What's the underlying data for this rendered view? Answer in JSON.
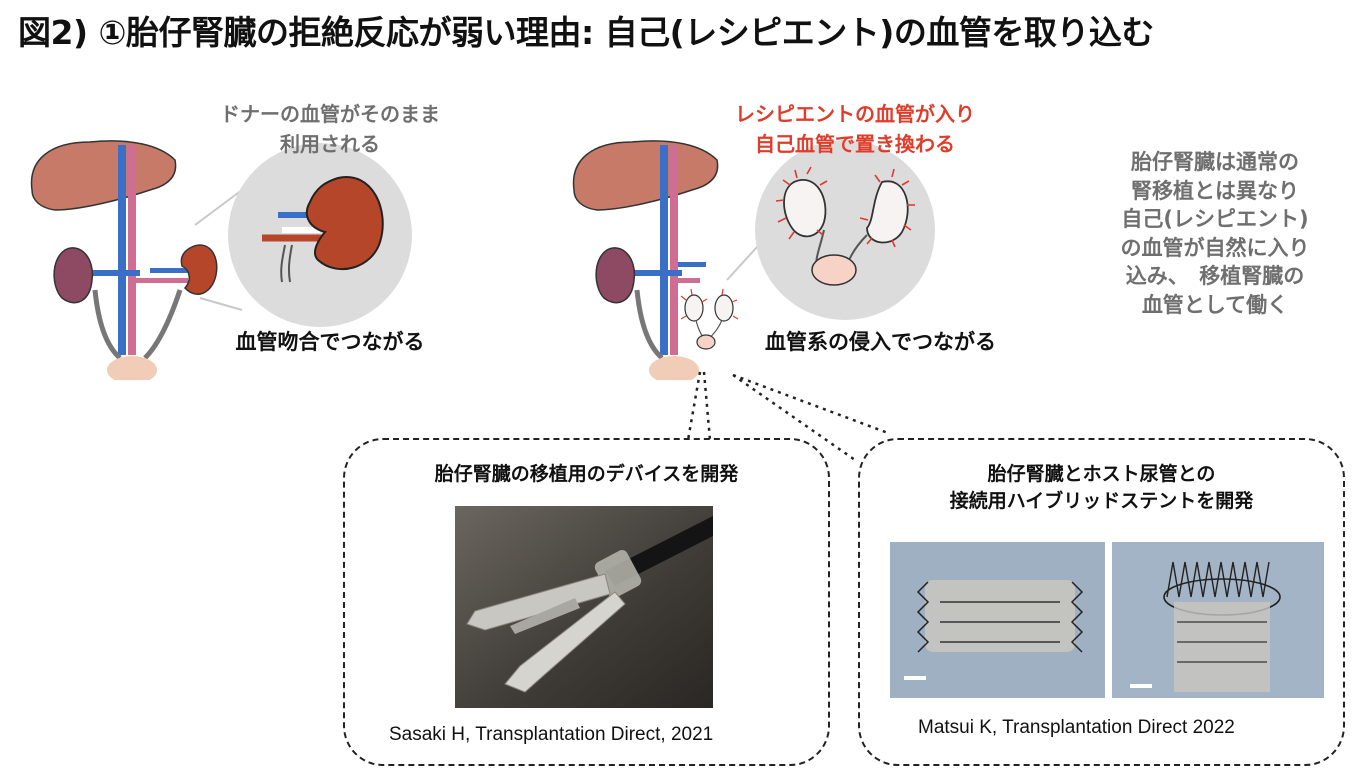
{
  "title": "図2) ①胎仔腎臓の拒絶反応が弱い理由: 自己(レシピエント)の血管を取り込む",
  "left_panel": {
    "zoom_caption_line1": "ドナーの血管がそのまま",
    "zoom_caption_line2": "利用される",
    "bottom_caption": "血管吻合でつながる"
  },
  "middle_panel": {
    "zoom_caption_line1": "レシピエントの血管が入り",
    "zoom_caption_line2": "自己血管で置き換わる",
    "bottom_caption": "血管系の侵入でつながる"
  },
  "note": {
    "line1": "胎仔腎臓は通常の",
    "line2": "腎移植とは異なり",
    "line3": "自己(レシピエント)",
    "line4": "の血管が自然に入り",
    "line5": "込み、　移植腎臓の",
    "line6": "血管として働く"
  },
  "device_box": {
    "title": "胎仔腎臓の移植用のデバイスを開発",
    "citation": "Sasaki  H, Transplantation Direct, 2021"
  },
  "stent_box": {
    "title_line1": "胎仔腎臓とホスト尿管との",
    "title_line2": "接続用ハイブリッドステントを開発",
    "citation": "Matsui K, Transplantation Direct 2022"
  },
  "colors": {
    "accent_red": "#e03c2a",
    "caption_grey": "#6f6f6f",
    "liver": "#c87a68",
    "kidney_host": "#8e4a63",
    "kidney_donor": "#b5462a",
    "vein_blue": "#3a6fc7",
    "artery_pink": "#d06d93",
    "bladder": "#f1cdb8",
    "zoom_circle": "#dcdcdc"
  }
}
